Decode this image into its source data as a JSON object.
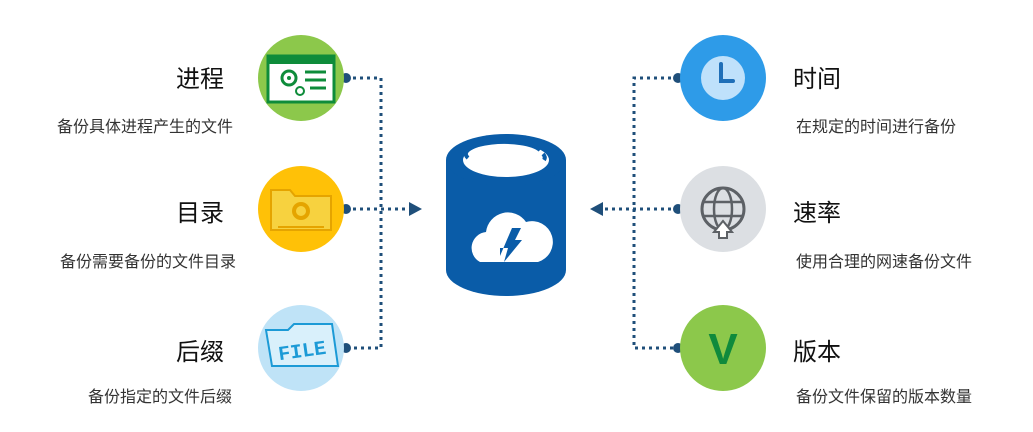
{
  "features_left": [
    {
      "title": "进程",
      "desc": "备份具体进程产生的文件",
      "icon": "process-window-icon",
      "color": "#8cc84b"
    },
    {
      "title": "目录",
      "desc": "备份需要备份的文件目录",
      "icon": "folder-icon",
      "color": "#ffc107"
    },
    {
      "title": "后缀",
      "desc": "备份指定的文件后缀",
      "icon": "file-folder-icon",
      "color": "#bfe3f7",
      "icon_text": "FILE"
    }
  ],
  "features_right": [
    {
      "title": "时间",
      "desc": "在规定的时间进行备份",
      "icon": "clock-icon",
      "color": "#2e9be8"
    },
    {
      "title": "速率",
      "desc": "使用合理的网速备份文件",
      "icon": "globe-upload-icon",
      "color": "#dcdfe3"
    },
    {
      "title": "版本",
      "desc": "备份文件保留的版本数量",
      "icon": "version-v-icon",
      "color": "#8cc84b",
      "icon_text": "V"
    }
  ],
  "center": {
    "icon": "cloud-database-icon",
    "color": "#0a5ca8"
  },
  "connector_color": "#1f4f7a"
}
